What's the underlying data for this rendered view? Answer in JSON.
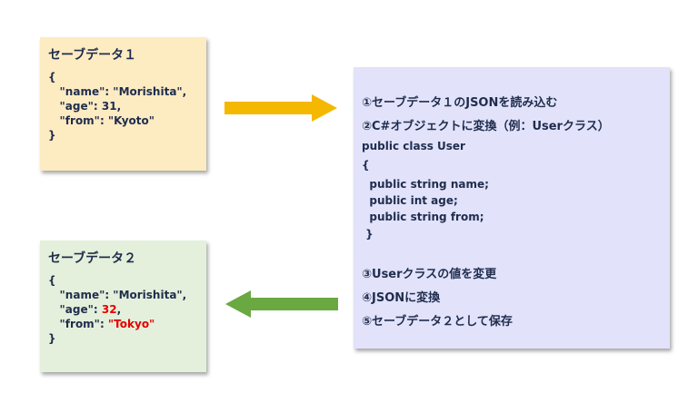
{
  "save1": {
    "title": "セーブデータ１",
    "open": "{",
    "name_line": "\"name\": \"Morishita\",",
    "age_key": "\"age\": ",
    "age_val": "31",
    "age_tail": ",",
    "from_key": "\"from\": ",
    "from_val": "\"Kyoto\"",
    "close": "}"
  },
  "save2": {
    "title": "セーブデータ２",
    "open": "{",
    "name_line": "\"name\": \"Morishita\",",
    "age_key": "\"age\": ",
    "age_val": "32",
    "age_tail": ",",
    "from_key": "\"from\": ",
    "from_val": "\"Tokyo\"",
    "close": "}"
  },
  "steps": {
    "step1": "①セーブデータ１のJSONを読み込む",
    "step2": "②C#オブジェクトに変換（例：Userクラス）",
    "code": [
      "public class User",
      "{",
      "  public string name;",
      "  public int age;",
      "  public string from;",
      " }"
    ],
    "step3": "③Userクラスの値を変更",
    "step4": "④JSONに変換",
    "step5": "⑤セーブデータ２として保存"
  },
  "colors": {
    "save1_bg": "#fdebc2",
    "save2_bg": "#e4f0db",
    "steps_bg": "#e2e2fb",
    "arrow_right": "#f5b800",
    "arrow_left": "#6aa842",
    "changed_value": "#e60000"
  }
}
